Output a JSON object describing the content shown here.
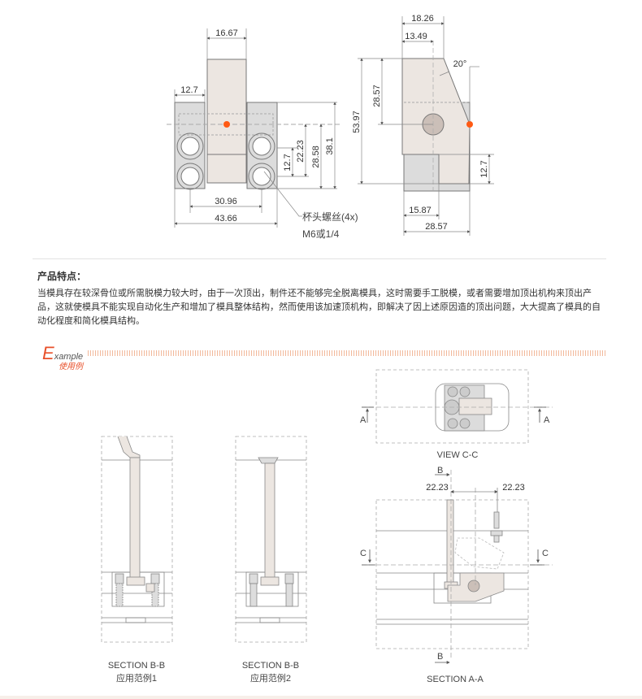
{
  "drawing_top": {
    "front_view": {
      "dims": [
        "16.67",
        "12.7",
        "12.7",
        "22.23",
        "28.58",
        "38.1",
        "30.96",
        "43.66"
      ],
      "callout_line1": "杯头螺丝(4x)",
      "callout_line2": "M6或1/4"
    },
    "side_view": {
      "dims": [
        "18.26",
        "13.49",
        "20°",
        "53.97",
        "28.57",
        "12.7",
        "15.87",
        "28.57"
      ]
    }
  },
  "features": {
    "title": "产品特点：",
    "body": "当模具存在较深骨位或所需脱模力较大时，由于一次顶出，制件还不能够完全脱离模具，这时需要手工脱模，或者需要增加顶出机构来顶出产品，这就使模具不能实现自动化生产和增加了模具整体结构，然而使用该加速顶机构，即解决了因上述原因造的顶出问题，大大提高了模具的自动化程度和简化模具结构。"
  },
  "example": {
    "letter": "E",
    "rest": "xample",
    "cn": "使用例"
  },
  "sections": {
    "s1_title": "SECTION B-B",
    "s1_sub": "应用范例1",
    "s2_title": "SECTION B-B",
    "s2_sub": "应用范例2",
    "view_cc": "VIEW C-C",
    "section_aa": "SECTION A-A",
    "mark_a": "A",
    "mark_b": "B",
    "mark_c": "C",
    "dim_left": "22.23",
    "dim_right": "22.23"
  },
  "colors": {
    "accent": "#ff5a14",
    "part": "#ece6e1",
    "block": "#dcdcdc"
  }
}
